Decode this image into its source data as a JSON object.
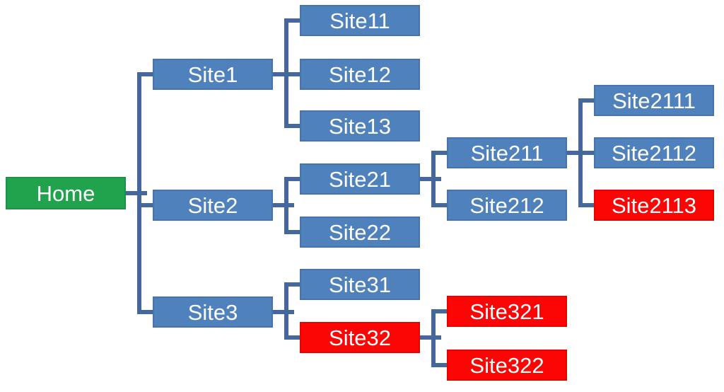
{
  "diagram": {
    "type": "sitemap-tree",
    "root": "home"
  },
  "colors": {
    "green": "#21A24D",
    "blue": "#4F81BD",
    "red": "#FB0505",
    "connector": "#44689E",
    "text": "#FFFFFF",
    "background": "#FFFFFF"
  },
  "nodes": {
    "home": {
      "label": "Home",
      "color": "green",
      "parent": null
    },
    "site1": {
      "label": "Site1",
      "color": "blue",
      "parent": "home"
    },
    "site2": {
      "label": "Site2",
      "color": "blue",
      "parent": "home"
    },
    "site3": {
      "label": "Site3",
      "color": "blue",
      "parent": "home"
    },
    "site11": {
      "label": "Site11",
      "color": "blue",
      "parent": "site1"
    },
    "site12": {
      "label": "Site12",
      "color": "blue",
      "parent": "site1"
    },
    "site13": {
      "label": "Site13",
      "color": "blue",
      "parent": "site1"
    },
    "site21": {
      "label": "Site21",
      "color": "blue",
      "parent": "site2"
    },
    "site22": {
      "label": "Site22",
      "color": "blue",
      "parent": "site2"
    },
    "site31": {
      "label": "Site31",
      "color": "blue",
      "parent": "site3"
    },
    "site32": {
      "label": "Site32",
      "color": "red",
      "parent": "site3"
    },
    "site211": {
      "label": "Site211",
      "color": "blue",
      "parent": "site21"
    },
    "site212": {
      "label": "Site212",
      "color": "blue",
      "parent": "site21"
    },
    "site2111": {
      "label": "Site2111",
      "color": "blue",
      "parent": "site211"
    },
    "site2112": {
      "label": "Site2112",
      "color": "blue",
      "parent": "site211"
    },
    "site2113": {
      "label": "Site2113",
      "color": "red",
      "parent": "site211"
    },
    "site321": {
      "label": "Site321",
      "color": "red",
      "parent": "site32"
    },
    "site322": {
      "label": "Site322",
      "color": "red",
      "parent": "site32"
    }
  }
}
